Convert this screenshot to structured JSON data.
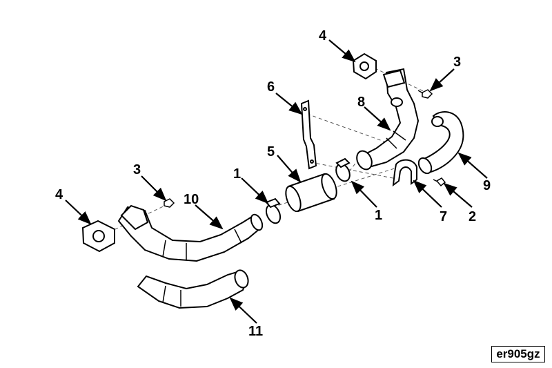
{
  "figure_id": "er905gz",
  "callouts": {
    "c1a": "1",
    "c1b": "1",
    "c2": "2",
    "c3a": "3",
    "c3b": "3",
    "c4a": "4",
    "c4b": "4",
    "c5": "5",
    "c6": "6",
    "c7": "7",
    "c8": "8",
    "c9": "9",
    "c10": "10",
    "c11": "11"
  }
}
